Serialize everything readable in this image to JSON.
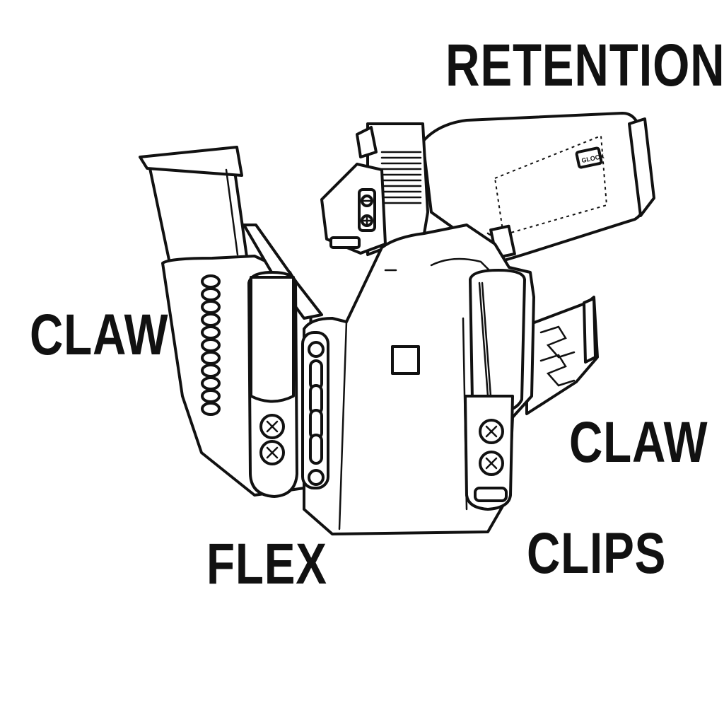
{
  "labels": {
    "retention": "RETENTION",
    "claw_left": "CLAW",
    "claw_right": "CLAW",
    "flex": "FLEX",
    "clips": "CLIPS"
  },
  "grip_marking": "GLOCK",
  "colors": {
    "line": "#111111",
    "background": "#ffffff"
  }
}
